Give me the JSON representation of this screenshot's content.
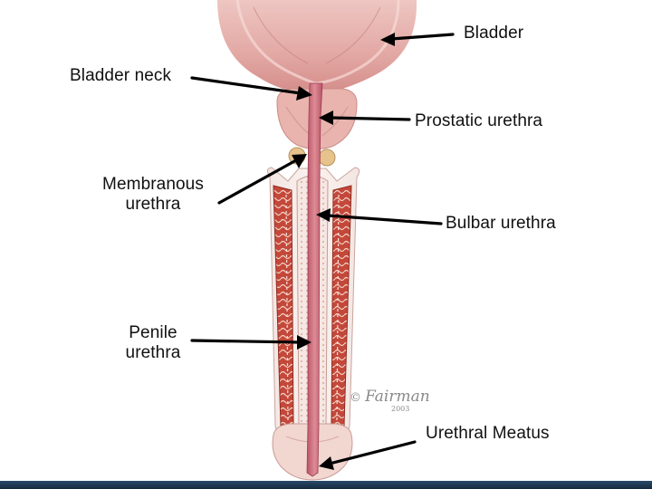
{
  "diagram": {
    "labels": {
      "bladder": "Bladder",
      "bladder_neck": "Bladder neck",
      "prostatic_urethra": "Prostatic urethra",
      "membranous_urethra_line1": "Membranous",
      "membranous_urethra_line2": "urethra",
      "bulbar_urethra": "Bulbar urethra",
      "penile_urethra_line1": "Penile",
      "penile_urethra_line2": "urethra",
      "urethral_meatus": "Urethral Meatus"
    },
    "signature": {
      "artist": "Fairman",
      "year": "2003",
      "copyright": "©"
    }
  },
  "colors": {
    "tissue_light": "#e8b8b6",
    "tissue_mid": "#d98f8c",
    "urethra": "#cf6f78",
    "corpus_red": "#b63a2e",
    "spongy": "#f0dcd6",
    "nodule": "#e3c48a",
    "arrow": "#000000",
    "bottom_bar": "#1f3a58"
  }
}
